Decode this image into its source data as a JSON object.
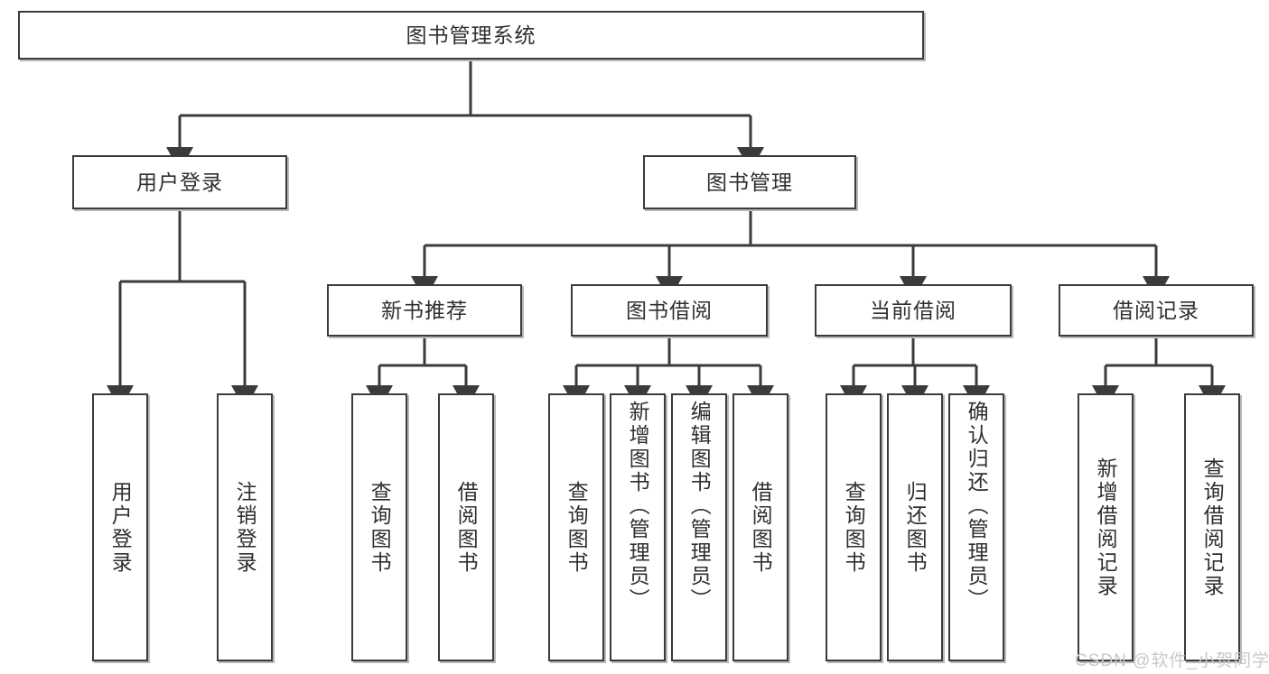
{
  "diagram": {
    "type": "tree-hierarchy",
    "title": "图书管理系统",
    "root": {
      "label": "图书管理系统"
    },
    "level2": [
      {
        "label": "用户登录"
      },
      {
        "label": "图书管理"
      }
    ],
    "level3": [
      {
        "label": "新书推荐"
      },
      {
        "label": "图书借阅"
      },
      {
        "label": "当前借阅"
      },
      {
        "label": "借阅记录"
      }
    ],
    "leaves": {
      "user_login": [
        {
          "label": "用户登录"
        },
        {
          "label": "注销登录"
        }
      ],
      "new_book_recommend": [
        {
          "label": "查询图书"
        },
        {
          "label": "借阅图书"
        }
      ],
      "book_borrow": [
        {
          "label": "查询图书"
        },
        {
          "label": "新增图书（管理员）"
        },
        {
          "label": "编辑图书（管理员）"
        },
        {
          "label": "借阅图书"
        }
      ],
      "current_borrow": [
        {
          "label": "查询图书"
        },
        {
          "label": "归还图书"
        },
        {
          "label": "确认归还（管理员）"
        }
      ],
      "borrow_record": [
        {
          "label": "新增借阅记录"
        },
        {
          "label": "查询借阅记录"
        }
      ]
    }
  },
  "watermark": {
    "text": "CSDN @软件_小贺同学"
  },
  "colors": {
    "stroke": "#3b3b3b",
    "fill": "#ffffff",
    "text": "#2f2f2f",
    "watermark": "#c9c9c9"
  }
}
